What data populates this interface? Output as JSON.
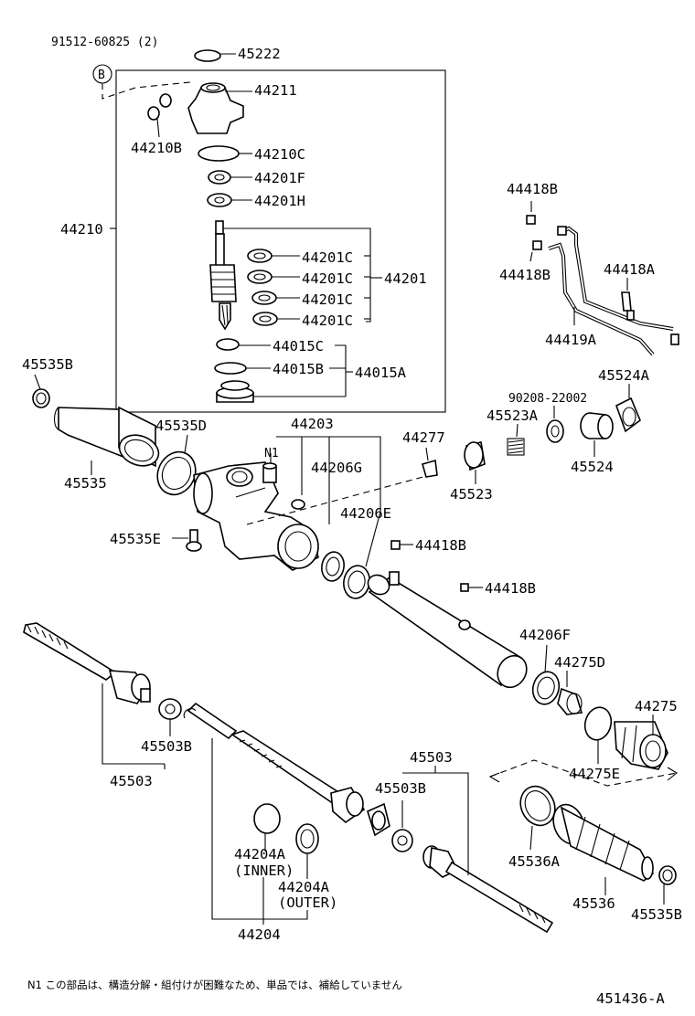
{
  "diagram": {
    "figure_id": "451436-A",
    "footnote": "N1  この部品は、構造分解・組付けが困難なため、単品では、補給していません",
    "callouts": {
      "c91512": "91512-60825 (2)",
      "cB": "B",
      "c45222": "45222",
      "c44211": "44211",
      "c44210B": "44210B",
      "c44210C": "44210C",
      "c44201F": "44201F",
      "c44201H": "44201H",
      "c44210": "44210",
      "c44201C_1": "44201C",
      "c44201C_2": "44201C",
      "c44201C_3": "44201C",
      "c44201C_4": "44201C",
      "c44201": "44201",
      "c44015C": "44015C",
      "c44015B": "44015B",
      "c44015A": "44015A",
      "c44418B_1": "44418B",
      "c44418B_2": "44418B",
      "c44418A": "44418A",
      "c44419A": "44419A",
      "c45535B_1": "45535B",
      "c45535D": "45535D",
      "c45535": "45535",
      "c44203": "44203",
      "cN1": "N1",
      "c44206G": "44206G",
      "c44277": "44277",
      "c90208": "90208-22002",
      "c45523A": "45523A",
      "c45524A": "45524A",
      "c45523": "45523",
      "c45524": "45524",
      "c45535E": "45535E",
      "c44206E": "44206E",
      "c44418B_3": "44418B",
      "c44418B_4": "44418B",
      "c44206F": "44206F",
      "c44275D": "44275D",
      "c44275": "44275",
      "c44275E": "44275E",
      "c45503B_1": "45503B",
      "c45503_1": "45503",
      "c45503_2": "45503",
      "c45503B_2": "45503B",
      "c44204A_1": "44204A",
      "cINNER": "(INNER)",
      "c44204A_2": "44204A",
      "cOUTER": "(OUTER)",
      "c44204": "44204",
      "c45536A": "45536A",
      "c45536": "45536",
      "c45535B_2": "45535B"
    }
  }
}
